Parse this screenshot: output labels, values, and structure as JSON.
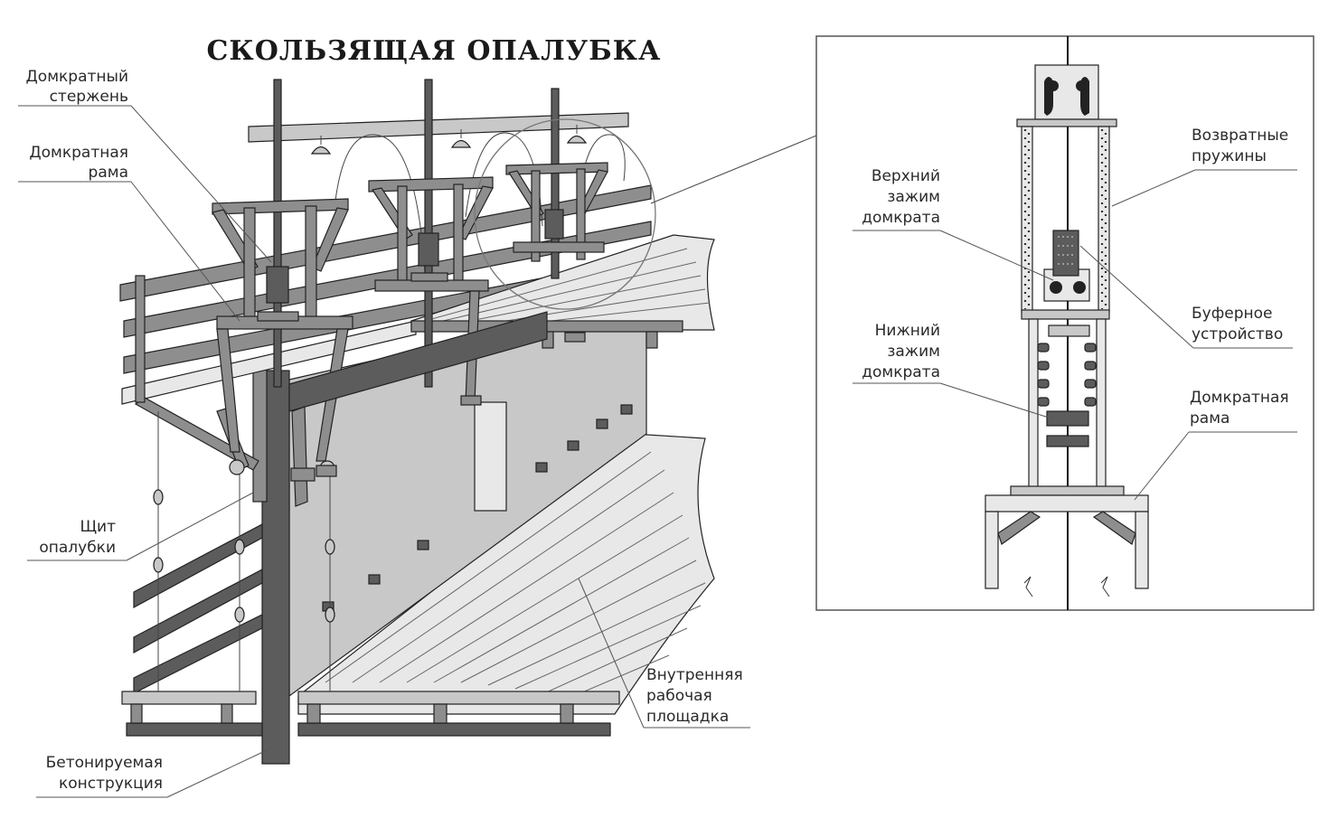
{
  "diagram": {
    "title": "СКОЛЬЗЯЩАЯ  ОПАЛУБКА",
    "labels": {
      "jack_rod": [
        "Домкратный",
        "стержень"
      ],
      "jack_frame": [
        "Домкратная",
        "рама"
      ],
      "formwork_panel": [
        "Щит",
        "опалубки"
      ],
      "concrete_structure": [
        "Бетонируемая",
        "конструкция"
      ],
      "inner_platform": [
        "Внутренняя",
        "рабочая",
        "площадка"
      ],
      "upper_clamp": [
        "Верхний",
        "зажим",
        "домкрата"
      ],
      "lower_clamp": [
        "Нижний",
        "зажим",
        "домкрата"
      ],
      "return_springs": [
        "Возвратные",
        "пружины"
      ],
      "buffer_device": [
        "Буферное",
        "устройство"
      ],
      "detail_jack_frame": [
        "Домкратная",
        "рама"
      ]
    }
  }
}
